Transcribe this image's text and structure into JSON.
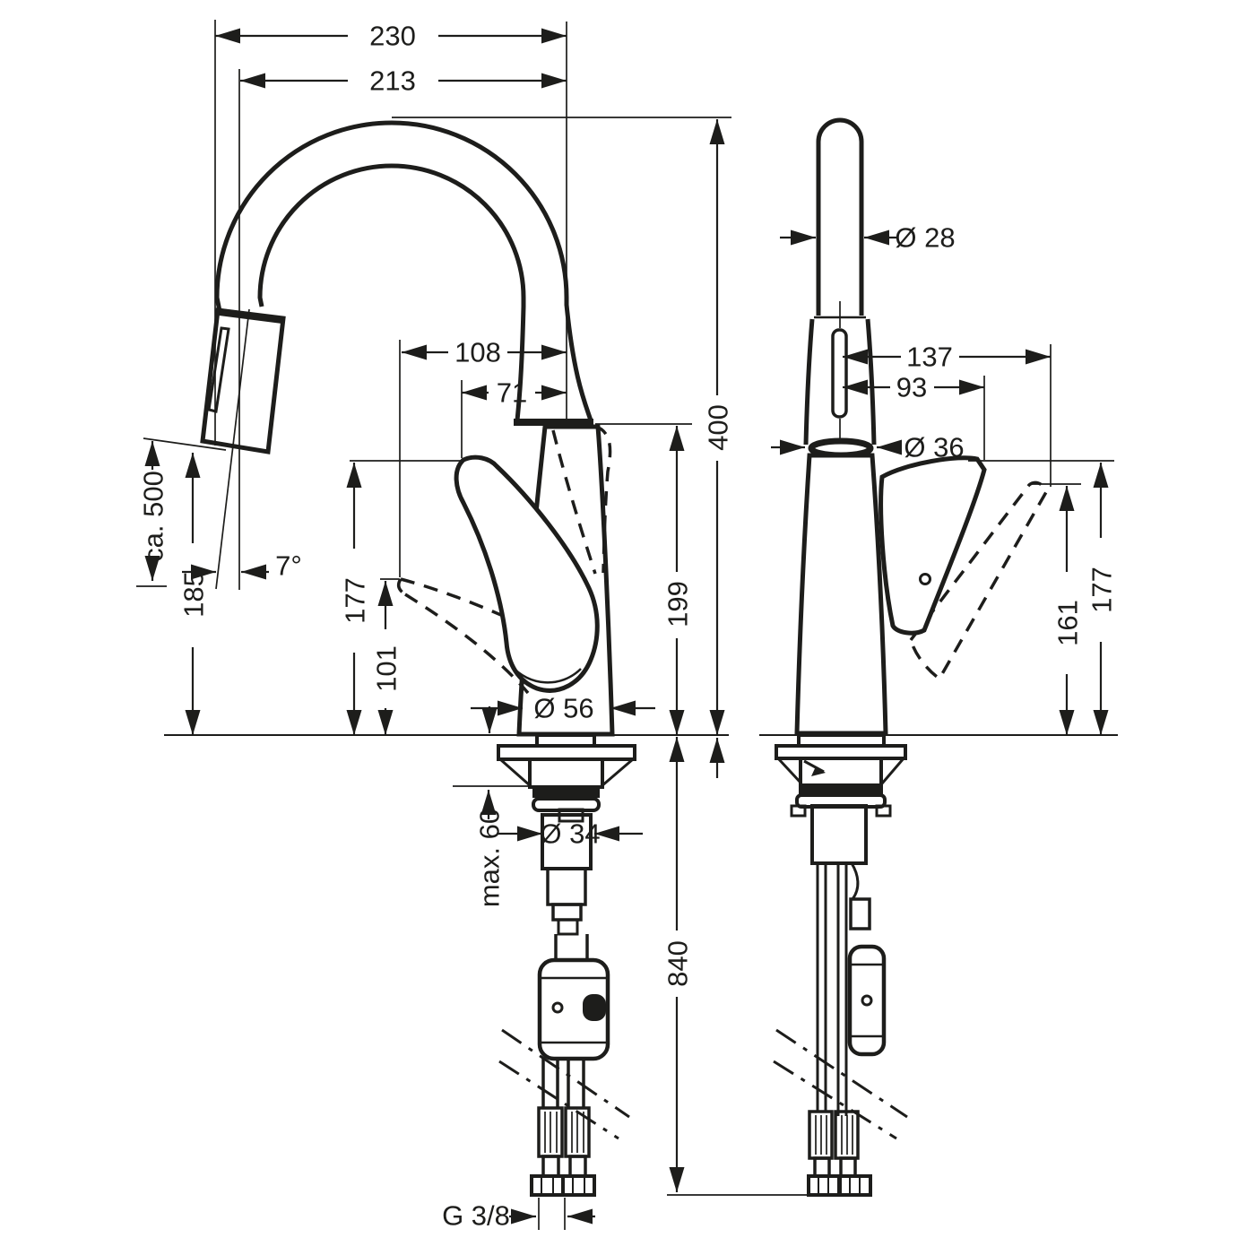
{
  "page": {
    "background": "#ffffff",
    "ink": "#1d1d1b"
  },
  "diagram": {
    "type": "technical-dimension-drawing",
    "subject": "kitchen mixer tap with pull-out spray, front view and side view with installation dimensions",
    "units": "mm"
  },
  "labels": {
    "front": {
      "reach_total": "230",
      "reach_spout": "213",
      "reach_handle_max": "108",
      "reach_handle": "71",
      "height_total": "400",
      "height_spout_base": "199",
      "height_handle_max": "177",
      "height_handle_min": "101",
      "height_outlet": "185",
      "hose_pullout": "ca. 500",
      "outlet_angle": "7°",
      "dia_base": "Ø 56",
      "dia_shank": "Ø 34",
      "max_counter_thickness": "max. 60",
      "hose_length_below": "840",
      "connection_thread": "G 3/8"
    },
    "side": {
      "dia_spout_pipe": "Ø 28",
      "reach_handle_tilted": "137",
      "reach_handle": "93",
      "dia_aerator": "Ø 36",
      "height_handle": "177",
      "height_handle_tilted": "161"
    }
  }
}
